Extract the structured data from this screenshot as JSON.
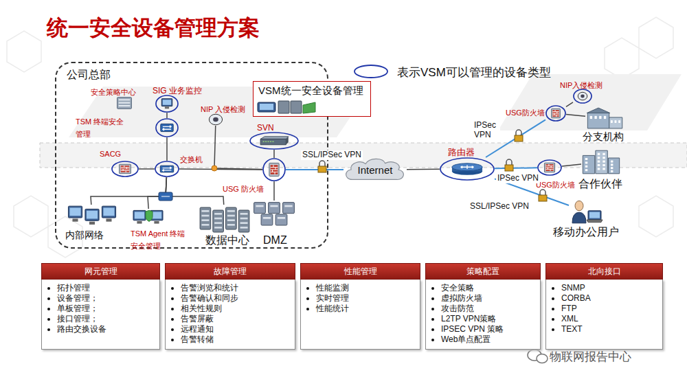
{
  "diagram": {
    "title": "统一安全设备管理方案",
    "nodes": [
      {
        "text": [
          "公司总部"
        ]
      },
      {
        "text": [
          "安全策略中心"
        ],
        "in": 0
      },
      {
        "text": [
          "SIG 业务监控"
        ],
        "in": 0
      },
      {
        "text": [
          "TSM 终端安全管理"
        ],
        "in": 0
      },
      {
        "text": [
          "NIP 入侵检测"
        ],
        "in": 0
      },
      {
        "text": [
          "VSM统一安全设备管理"
        ]
      },
      {
        "text": [
          "SVN"
        ],
        "in": 0
      },
      {
        "text": [
          "SACG"
        ],
        "in": 0
      },
      {
        "text": [
          "交换机"
        ],
        "in": 0
      },
      {
        "text": [
          "USG 防火墙"
        ],
        "in": 0
      },
      {
        "text": [
          "内部网络"
        ],
        "in": 0
      },
      {
        "text": [
          "TSM Agent 终端安全管理"
        ],
        "in": 0
      },
      {
        "text": [
          "数据中心"
        ],
        "in": 0
      },
      {
        "text": [
          "DMZ"
        ],
        "in": 0
      },
      {
        "text": [
          "Internet"
        ]
      },
      {
        "text": [
          "路由器"
        ]
      },
      {
        "text": [
          "USG防火墙"
        ]
      },
      {
        "text": [
          "NIP入侵检测"
        ]
      },
      {
        "text": [
          "分支机构"
        ]
      },
      {
        "text": [
          "USG防火墙"
        ]
      },
      {
        "text": [
          "合作伙伴"
        ]
      },
      {
        "text": [
          "移动办公用户"
        ]
      },
      {
        "text": [
          "网元管理",
          "拓扑管理",
          "设备管理；",
          "单板管理；",
          "接口管理；",
          "路由交换设备"
        ]
      },
      {
        "text": [
          "故障管理",
          "告警浏览和统计",
          "告警确认和同步",
          "相关性规则",
          "告警屏蔽",
          "远程通知",
          "告警转储"
        ]
      },
      {
        "text": [
          "性能管理",
          "性能监测",
          "实时管理",
          "性能统计"
        ]
      },
      {
        "text": [
          "策略配置",
          "安全策略",
          "虚拟防火墙",
          "攻击防范",
          "L2TP VPN策略",
          "IPSEC VPN 策略",
          "Web单点配置"
        ]
      },
      {
        "text": [
          "北向接口",
          "SNMP",
          "CORBA",
          "FTP",
          "XML",
          "TEXT"
        ]
      }
    ],
    "edges": [
      {
        "from": 2,
        "to": 3,
        "arrow": "none"
      },
      {
        "from": 3,
        "to": 8,
        "arrow": "none"
      },
      {
        "from": 4,
        "to": 9,
        "arrow": "none"
      },
      {
        "from": 7,
        "to": 8,
        "arrow": "none"
      },
      {
        "from": 8,
        "to": 9,
        "arrow": "none"
      },
      {
        "from": 6,
        "to": 9,
        "arrow": "none"
      },
      {
        "from": 9,
        "to": 13,
        "arrow": "none"
      },
      {
        "from": 8,
        "to": 10,
        "arrow": "none"
      },
      {
        "from": 8,
        "to": 11,
        "arrow": "none"
      },
      {
        "from": 8,
        "to": 12,
        "arrow": "none"
      },
      {
        "from": 9,
        "to": 14,
        "label": "SSL/IPSec VPN",
        "arrow": "none"
      },
      {
        "from": 14,
        "to": 15,
        "arrow": "none"
      },
      {
        "from": 15,
        "to": 16,
        "label": "IPSec VPN",
        "arrow": "none"
      },
      {
        "from": 17,
        "to": 16,
        "arrow": "none"
      },
      {
        "from": 16,
        "to": 18,
        "arrow": "none"
      },
      {
        "from": 15,
        "to": 19,
        "label": "IPSec VPN",
        "arrow": "none"
      },
      {
        "from": 19,
        "to": 20,
        "arrow": "none"
      },
      {
        "from": 15,
        "to": 21,
        "label": "SSL/IPSec VPN",
        "arrow": "none"
      }
    ],
    "labels": [
      "物联网报告中心"
    ],
    "legend": [
      {
        "text": "表示VSM可以管理的设备类型"
      }
    ]
  }
}
